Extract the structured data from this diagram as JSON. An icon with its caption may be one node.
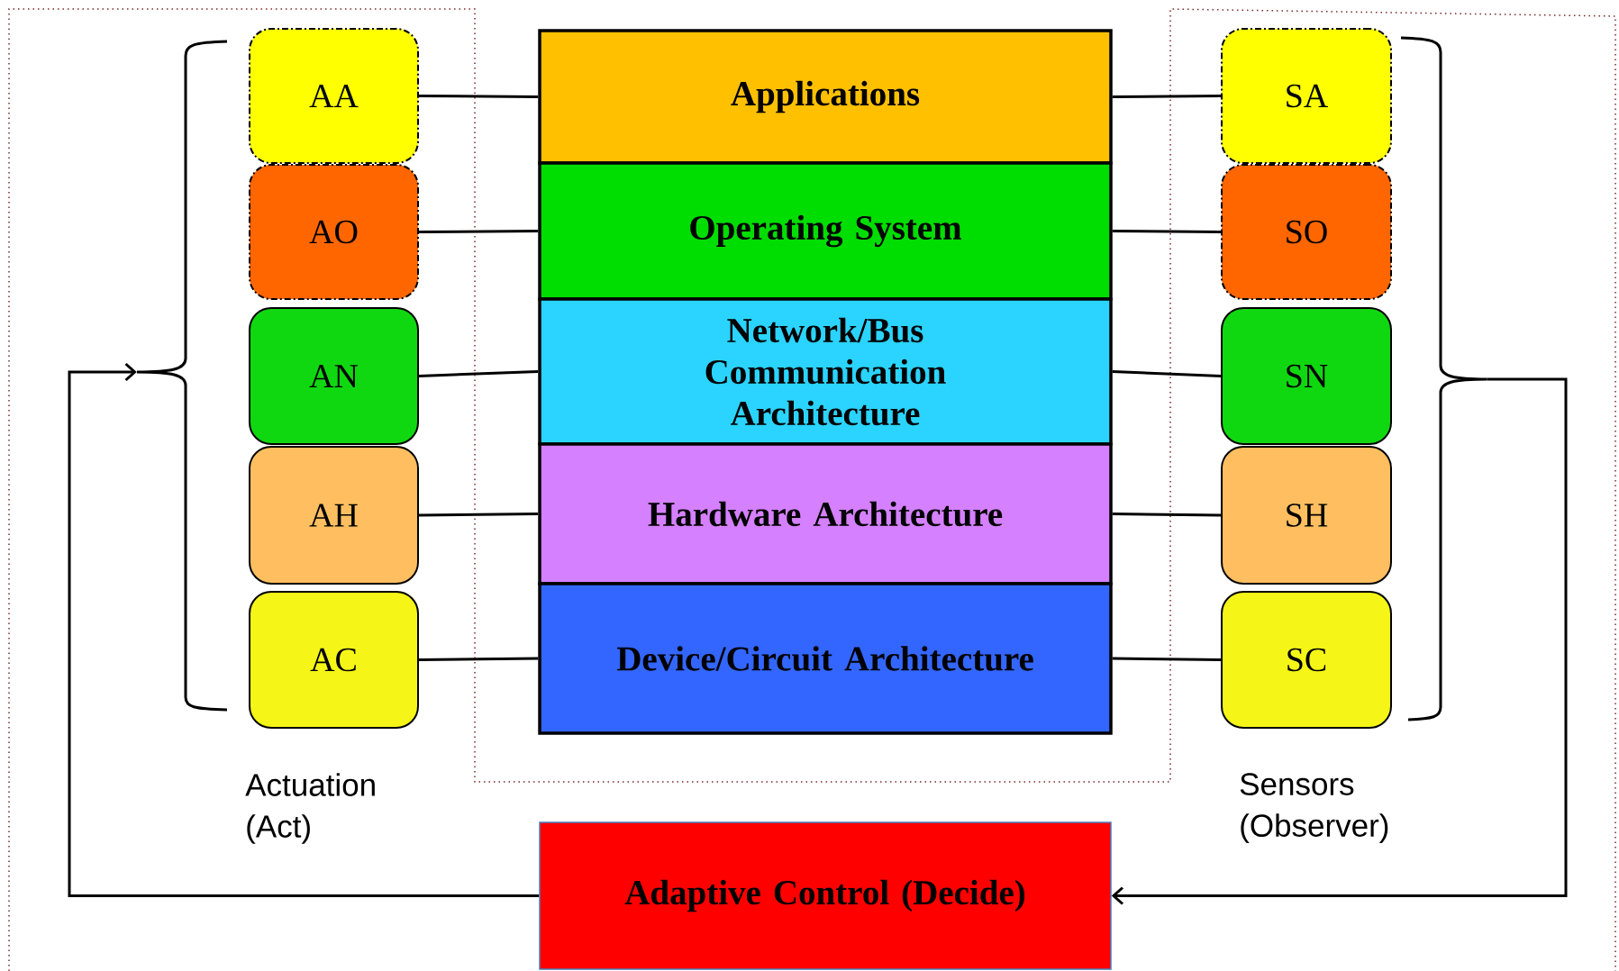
{
  "diagram": {
    "nodes": [
      {
        "text": [
          "AA"
        ]
      },
      {
        "text": [
          "AO"
        ]
      },
      {
        "text": [
          "AN"
        ]
      },
      {
        "text": [
          "AH"
        ]
      },
      {
        "text": [
          "AC"
        ]
      },
      {
        "text": [
          "Applications"
        ]
      },
      {
        "text": [
          "Operating System"
        ]
      },
      {
        "text": [
          "Network/Bus Communication Architecture"
        ]
      },
      {
        "text": [
          "Hardware Architecture"
        ]
      },
      {
        "text": [
          "Device/Circuit Architecture"
        ]
      },
      {
        "text": [
          "SA"
        ]
      },
      {
        "text": [
          "SO"
        ]
      },
      {
        "text": [
          "SN"
        ]
      },
      {
        "text": [
          "SH"
        ]
      },
      {
        "text": [
          "SC"
        ]
      },
      {
        "text": [
          "Adaptive Control (Decide)"
        ]
      },
      {
        "text": [],
        "shape": "bracket"
      },
      {
        "text": [],
        "shape": "bracket"
      }
    ],
    "edges": [
      {
        "from": 0,
        "to": 5,
        "arrow": "none"
      },
      {
        "from": 1,
        "to": 6,
        "arrow": "none"
      },
      {
        "from": 2,
        "to": 7,
        "arrow": "none"
      },
      {
        "from": 3,
        "to": 8,
        "arrow": "none"
      },
      {
        "from": 4,
        "to": 9,
        "arrow": "none"
      },
      {
        "from": 5,
        "to": 10,
        "arrow": "none"
      },
      {
        "from": 6,
        "to": 11,
        "arrow": "none"
      },
      {
        "from": 7,
        "to": 12,
        "arrow": "none"
      },
      {
        "from": 8,
        "to": 13,
        "arrow": "none"
      },
      {
        "from": 9,
        "to": 14,
        "arrow": "none"
      },
      {
        "from": 15,
        "to": 16,
        "arrow": "to"
      },
      {
        "from": 17,
        "to": 15,
        "arrow": "to"
      }
    ],
    "labels": [
      "Actuation (Act)",
      "Sensors (Observer)"
    ]
  }
}
